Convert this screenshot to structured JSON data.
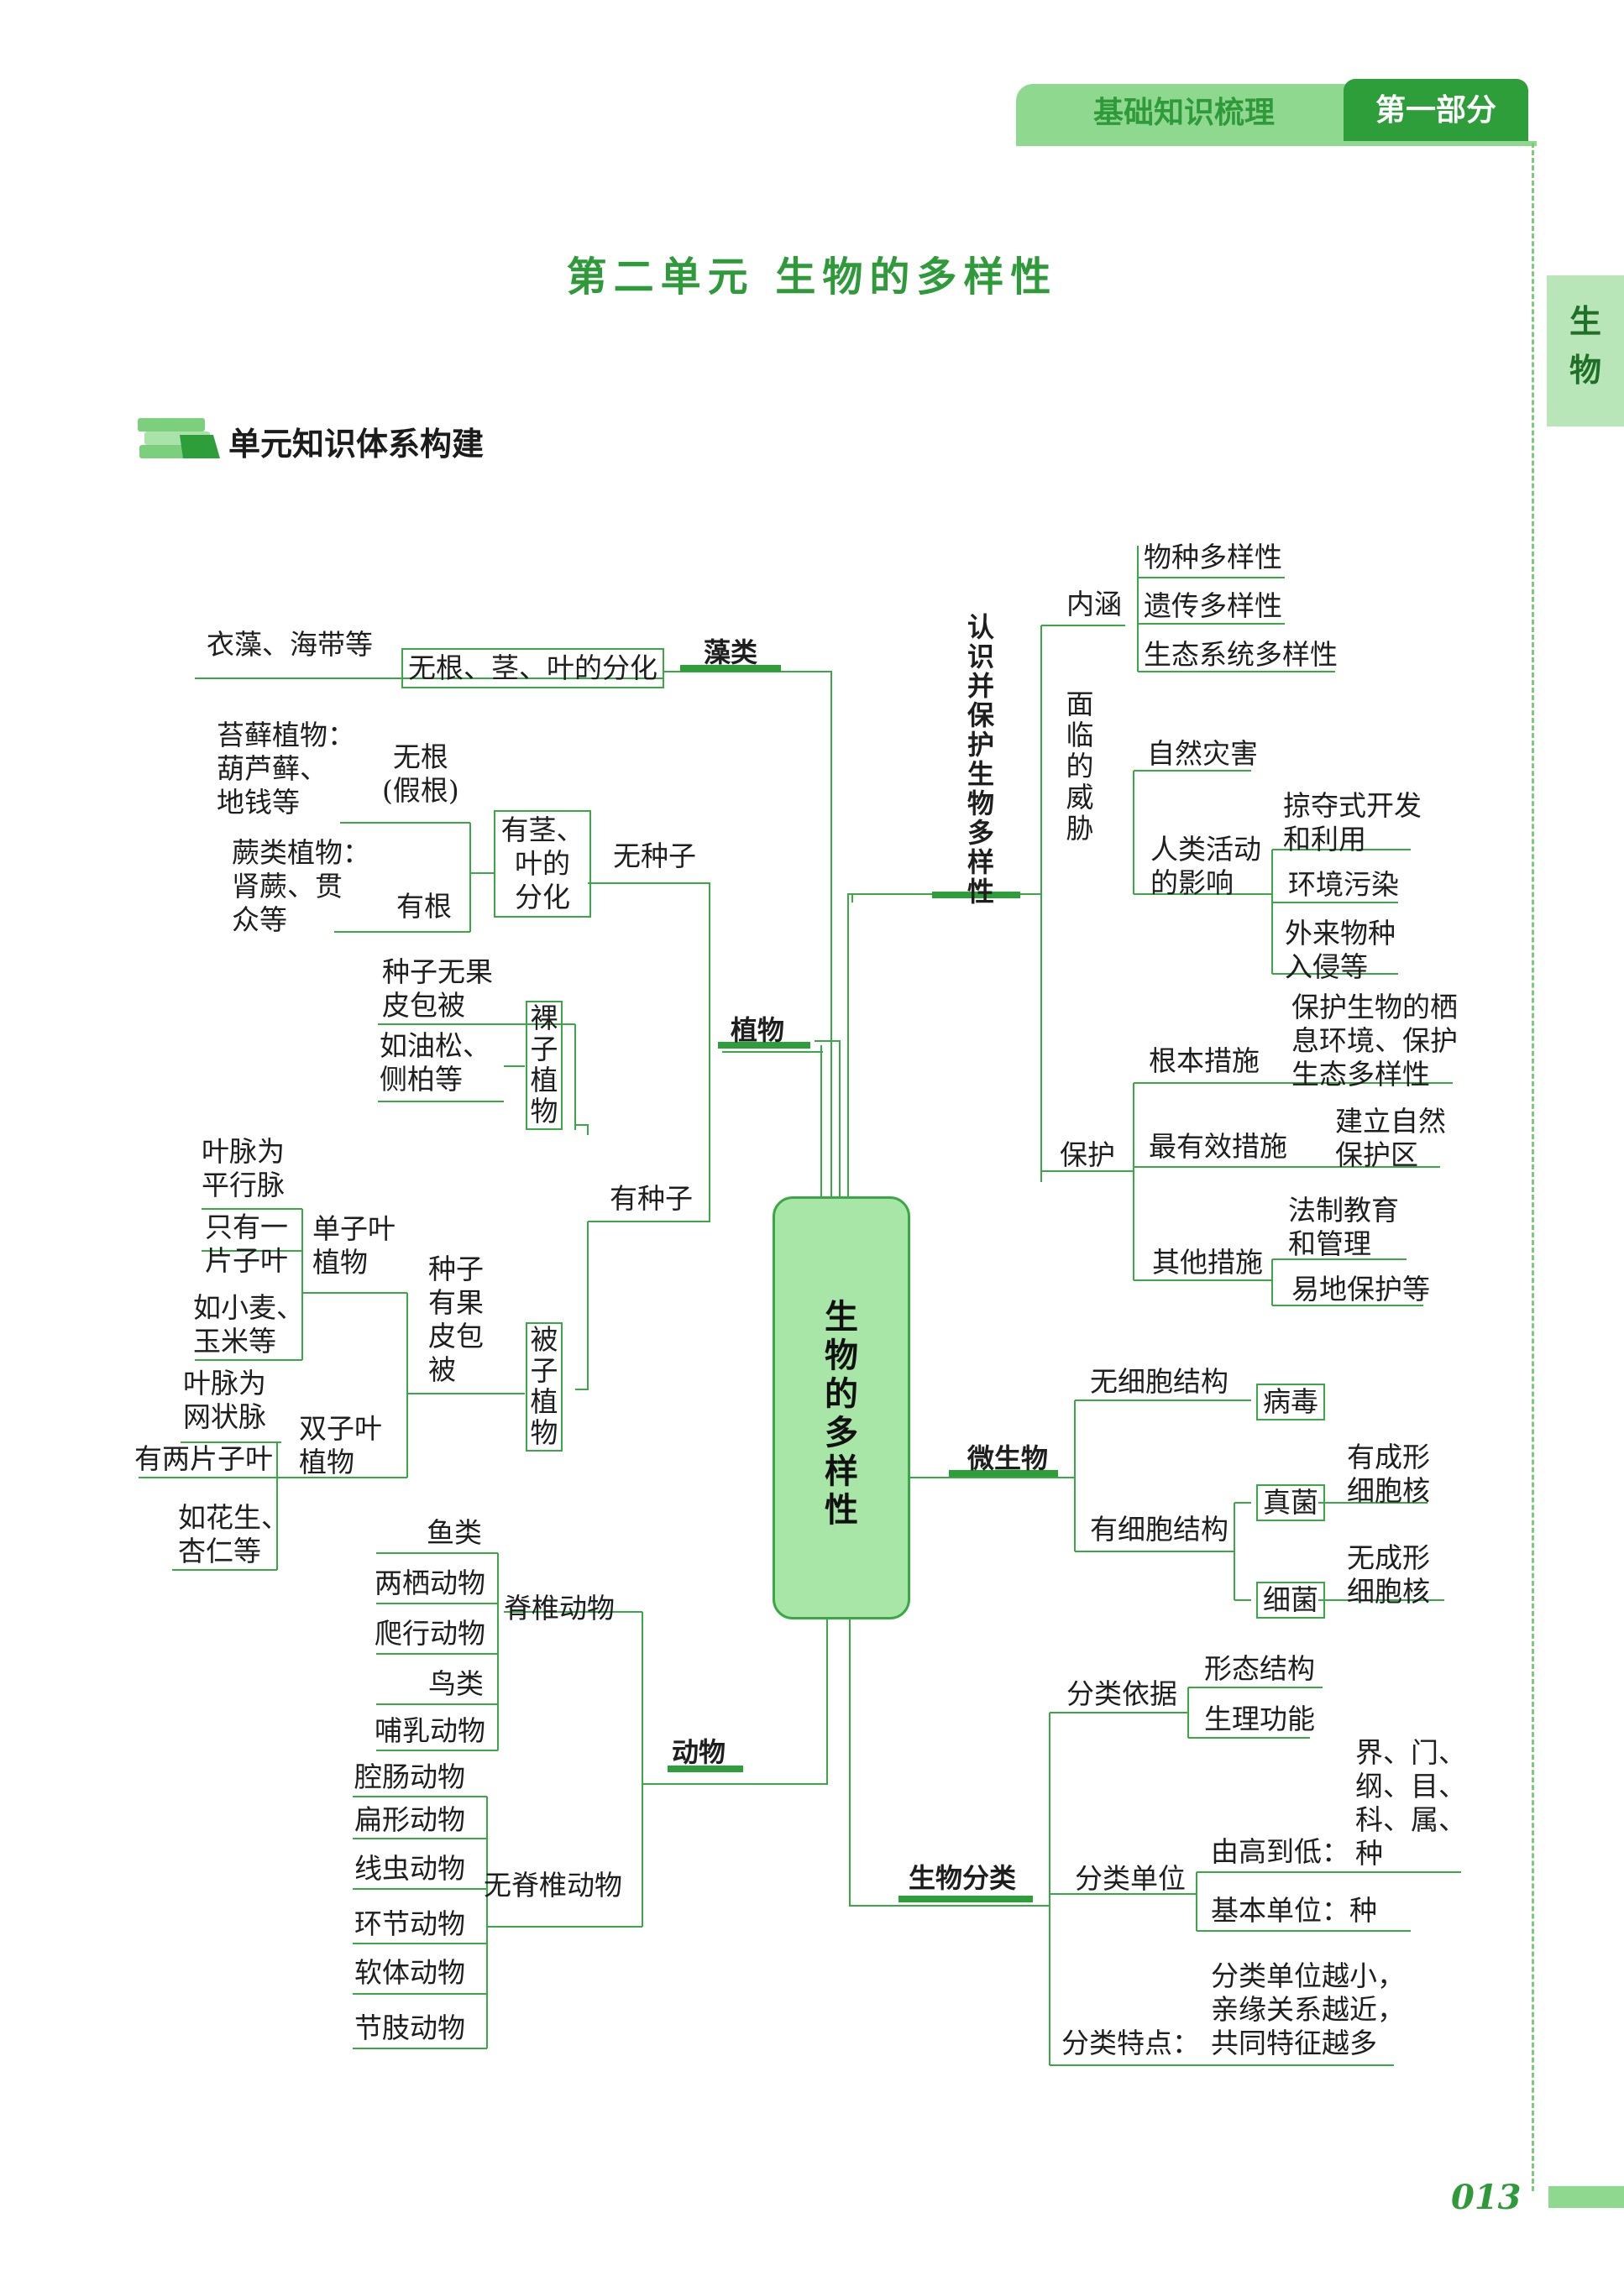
{
  "header": {
    "section_label": "基础知识梳理",
    "part_label": "第一部分",
    "side_tab": "生物"
  },
  "title": "第二单元  生物的多样性",
  "section_title": "单元知识体系构建",
  "page_number": "013",
  "center": "生物的多样性",
  "left": {
    "algae": {
      "label": "藻类",
      "feature": "无根、茎、叶的分化",
      "examples": "衣藻、海带等"
    },
    "plants": {
      "label": "植物",
      "no_seed": "无种子",
      "stem_leaf": "有茎、\n叶的\n分化",
      "moss": "苔藓植物：\n葫芦藓、\n地钱等",
      "no_root": "无根\n(假根)",
      "fern": "蕨类植物：\n肾蕨、贯\n众等",
      "has_root": "有根",
      "has_seed": "有种子",
      "gymno": "裸子植物",
      "gymno_feature": "种子无果\n皮包被",
      "gymno_examples": "如油松、\n侧柏等",
      "angio": "被子植物",
      "angio_feature": "种子\n有果\n皮包\n被",
      "mono": "单子叶\n植物",
      "mono_vein": "叶脉为\n平行脉",
      "mono_one": "只有一\n片子叶",
      "mono_examples": "如小麦、\n玉米等",
      "dicot": "双子叶\n植物",
      "dicot_vein": "叶脉为\n网状脉",
      "dicot_two": "有两片子叶",
      "dicot_examples": "如花生、\n杏仁等"
    },
    "animals": {
      "label": "动物",
      "vertebrates": "脊椎动物",
      "vertebrate_items": [
        "鱼类",
        "两栖动物",
        "爬行动物",
        "鸟类",
        "哺乳动物"
      ],
      "invertebrates": "无脊椎动物",
      "invertebrate_items": [
        "腔肠动物",
        "扁形动物",
        "线虫动物",
        "环节动物",
        "软体动物",
        "节肢动物"
      ]
    }
  },
  "right": {
    "protect": {
      "label": "认识并保护生物多样性",
      "connotation": "内涵",
      "connotation_items": [
        "物种多样性",
        "遗传多样性",
        "生态系统多样性"
      ],
      "threats": "面临的威胁",
      "natural_disaster": "自然灾害",
      "human": "人类活动\n的影响",
      "human_items": [
        "掠夺式开发\n和利用",
        "环境污染",
        "外来物种\n入侵等"
      ],
      "protection": "保护",
      "basic": "根本措施",
      "basic_item": "保护生物的栖\n息环境、保护\n生态多样性",
      "effective": "最有效措施",
      "effective_item": "建立自然\n保护区",
      "other": "其他措施",
      "other_items": [
        "法制教育\n和管理",
        "易地保护等"
      ]
    },
    "microbes": {
      "label": "微生物",
      "acellular": "无细胞结构",
      "virus": "病毒",
      "cellular": "有细胞结构",
      "fungi": "真菌",
      "fungi_feature": "有成形\n细胞核",
      "bacteria": "细菌",
      "bacteria_feature": "无成形\n细胞核"
    },
    "classification": {
      "label": "生物分类",
      "basis": "分类依据",
      "basis_items": [
        "形态结构",
        "生理功能"
      ],
      "units": "分类单位",
      "units_high_low": "由高到低：",
      "units_list": "界、门、\n纲、目、\n科、属、\n种",
      "basic_unit": "基本单位：种",
      "feature": "分类特点：",
      "feature_text": "分类单位越小，\n亲缘关系越近，\n共同特征越多"
    }
  },
  "colors": {
    "green": "#3aa845",
    "light_green": "#a7e6a7",
    "title_green": "#2f9a3a"
  }
}
